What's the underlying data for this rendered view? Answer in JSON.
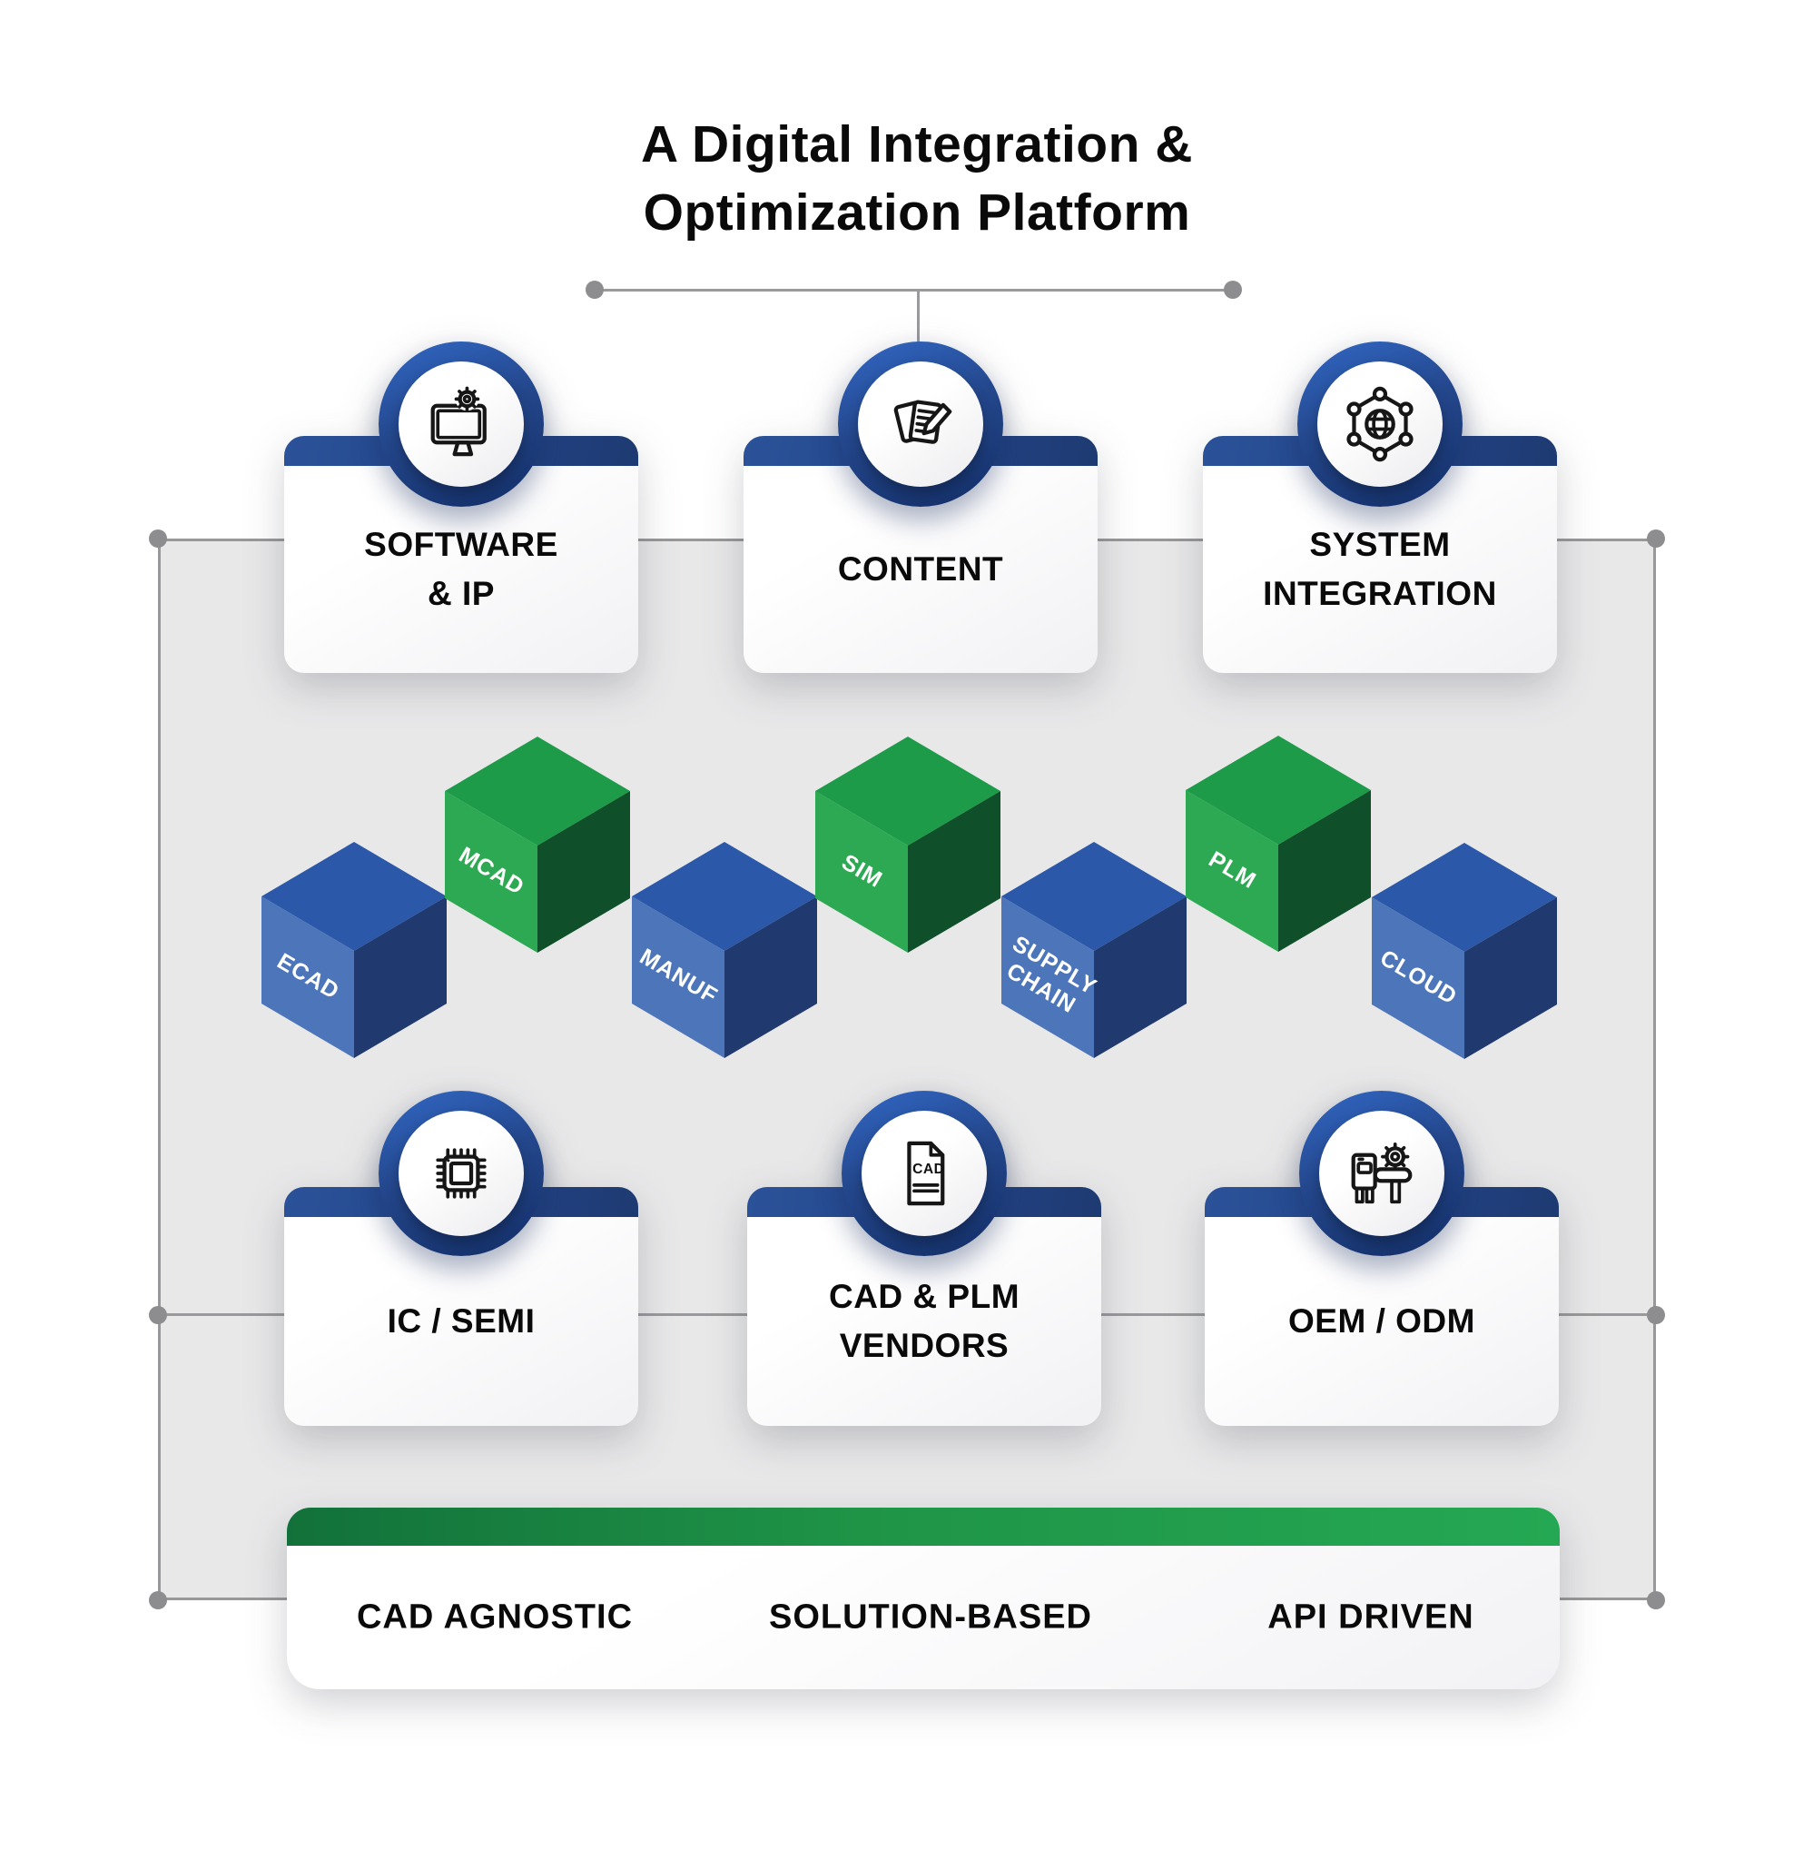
{
  "title": {
    "line1": "A Digital Integration &",
    "line2": "Optimization Platform"
  },
  "top_cards": [
    {
      "id": "software-ip",
      "icon": "monitor-gear-icon",
      "lines": [
        "SOFTWARE",
        "& IP"
      ]
    },
    {
      "id": "content",
      "icon": "documents-pencil-icon",
      "lines": [
        "CONTENT"
      ]
    },
    {
      "id": "system-integration",
      "icon": "network-globe-icon",
      "lines": [
        "SYSTEM",
        "INTEGRATION"
      ]
    }
  ],
  "cubes": [
    {
      "label": "ECAD",
      "color": "blue",
      "lines": [
        "ECAD"
      ]
    },
    {
      "label": "MCAD",
      "color": "green",
      "lines": [
        "MCAD"
      ]
    },
    {
      "label": "MANUF",
      "color": "blue",
      "lines": [
        "MANUF"
      ]
    },
    {
      "label": "SIM",
      "color": "green",
      "lines": [
        "SIM"
      ]
    },
    {
      "label": "SUPPLY CHAIN",
      "color": "blue",
      "lines": [
        "SUPPLY",
        "CHAIN"
      ]
    },
    {
      "label": "PLM",
      "color": "green",
      "lines": [
        "PLM"
      ]
    },
    {
      "label": "CLOUD",
      "color": "blue",
      "lines": [
        "CLOUD"
      ]
    }
  ],
  "bottom_cards": [
    {
      "id": "ic-semi",
      "icon": "chip-icon",
      "lines": [
        "IC / SEMI"
      ]
    },
    {
      "id": "cad-plm-vendors",
      "icon": "cad-document-icon",
      "icon_text": "CAD",
      "lines": [
        "CAD & PLM",
        "VENDORS"
      ]
    },
    {
      "id": "oem-odm",
      "icon": "machine-gear-icon",
      "lines": [
        "OEM / ODM"
      ]
    }
  ],
  "footer": {
    "items": [
      "CAD AGNOSTIC",
      "SOLUTION-BASED",
      "API DRIVEN"
    ]
  },
  "colors": {
    "card_bar_blue": "#24478c",
    "badge_ring_blue": "#1d3f84",
    "panel_gray": "#e8e8e9",
    "line_gray": "#9a9a9c",
    "footer_green": "#1f9447",
    "cube_blue_top": "#2b58a8",
    "cube_blue_left": "#4d76ba",
    "cube_blue_right": "#20396f",
    "cube_green_top": "#1e9b49",
    "cube_green_left": "#2ca952",
    "cube_green_right": "#0f4f2a",
    "text_black": "#0a0a0a"
  }
}
